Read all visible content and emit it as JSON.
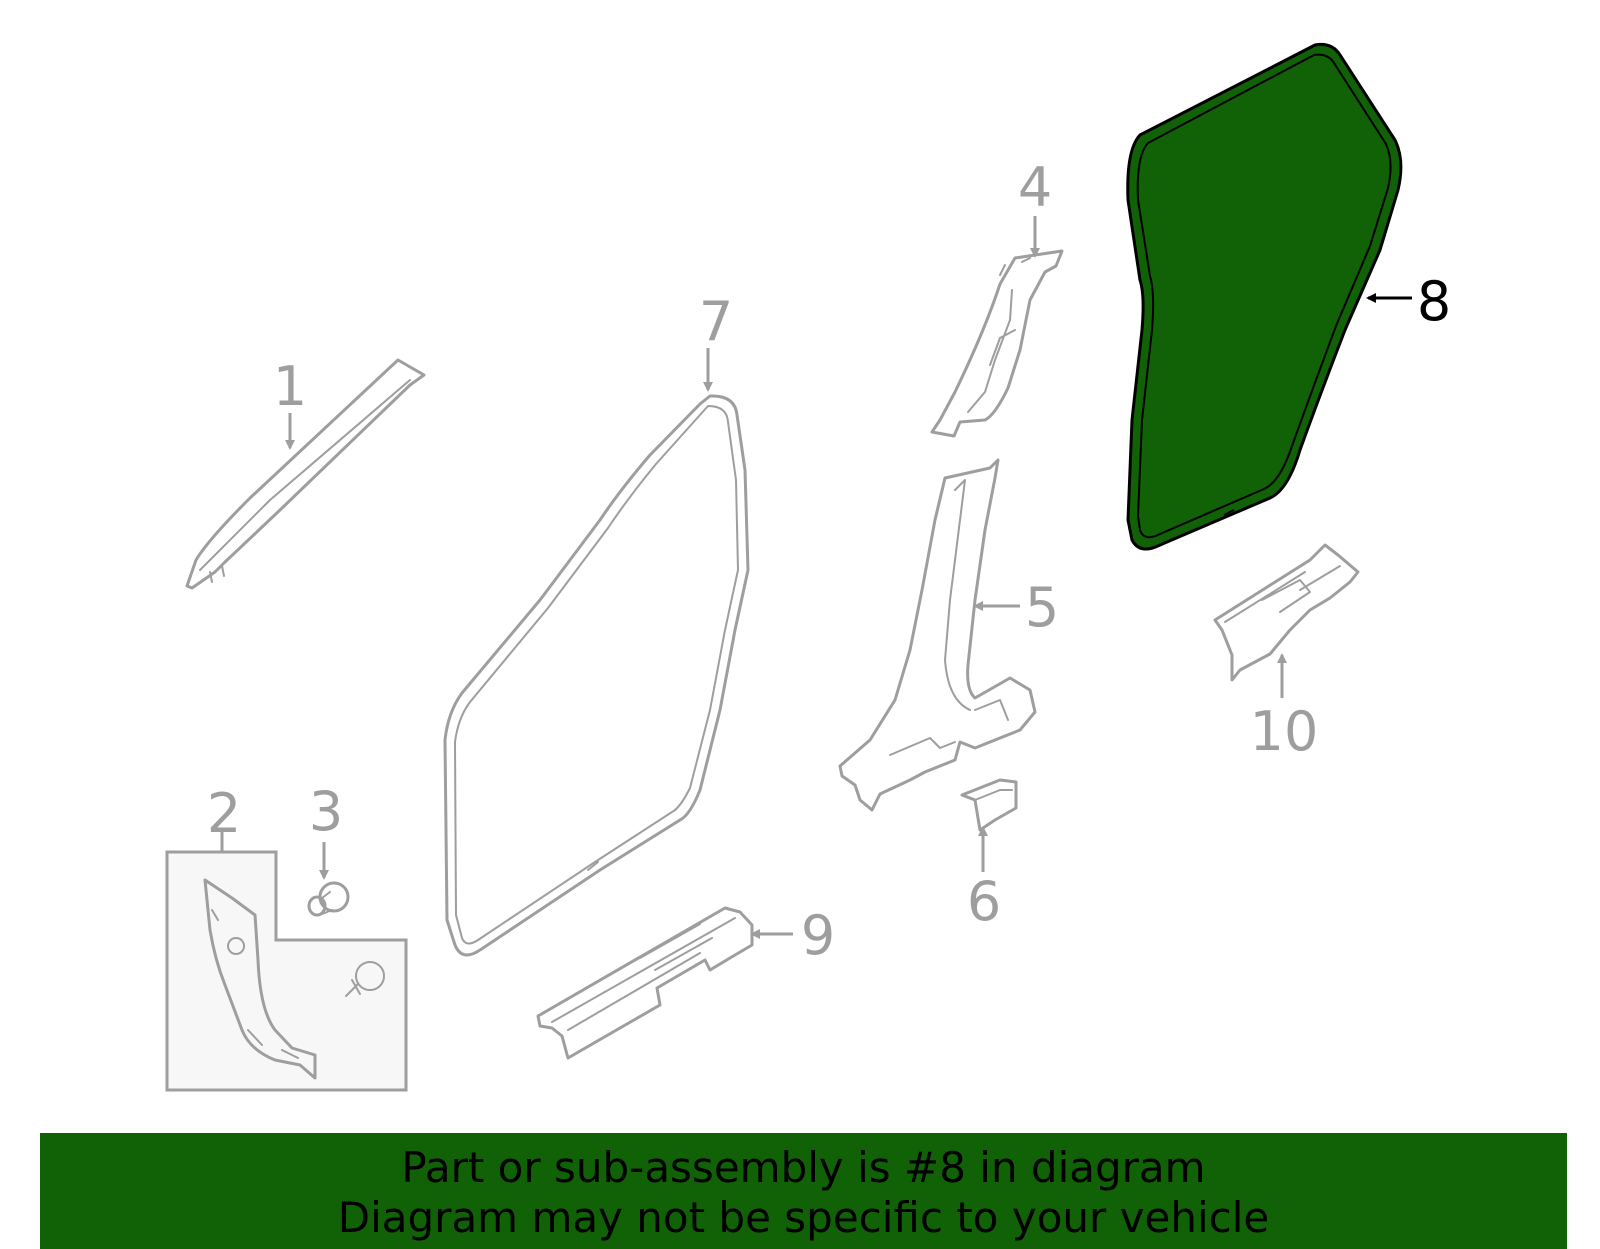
{
  "diagram": {
    "callouts": [
      "1",
      "2",
      "3",
      "4",
      "5",
      "6",
      "7",
      "8",
      "9",
      "10"
    ],
    "highlighted_part": "8",
    "colors": {
      "highlight_fill": "#116106",
      "outline": "#9e9e9e",
      "banner_background": "#116106",
      "subassembly_box": "#f7f7f7"
    }
  },
  "banner": {
    "line1": "Part or sub-assembly is #8 in diagram",
    "line2": "Diagram may not be specific to your vehicle"
  }
}
